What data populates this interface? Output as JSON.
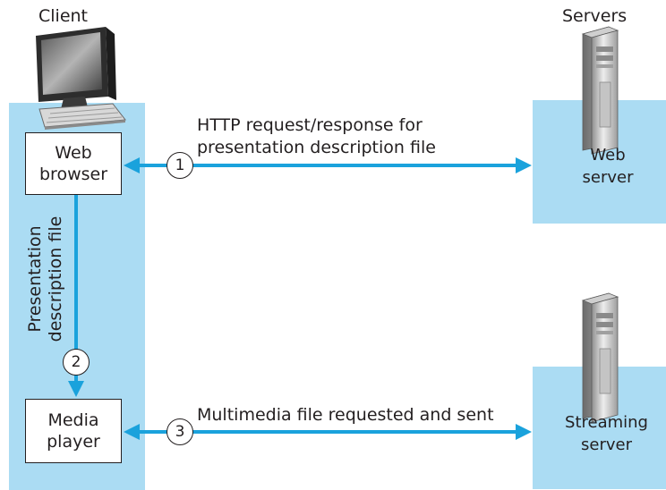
{
  "headings": {
    "client": "Client",
    "servers": "Servers"
  },
  "client": {
    "web_browser": [
      "Web",
      "browser"
    ],
    "media_player": [
      "Media",
      "player"
    ],
    "vertical_label": [
      "Presentation",
      "description file"
    ]
  },
  "servers": {
    "web_server": [
      "Web",
      "server"
    ],
    "streaming_server": [
      "Streaming",
      "server"
    ]
  },
  "steps": [
    {
      "number": "1",
      "label": [
        "HTTP request/response for",
        "presentation description file"
      ]
    },
    {
      "number": "2"
    },
    {
      "number": "3",
      "label": [
        "Multimedia file requested and sent"
      ]
    }
  ],
  "colors": {
    "panel": "#abdcf3",
    "arrow": "#1aa2dc",
    "outline": "#231f20"
  },
  "icons": [
    "desktop-computer-icon",
    "server-tower-icon"
  ]
}
